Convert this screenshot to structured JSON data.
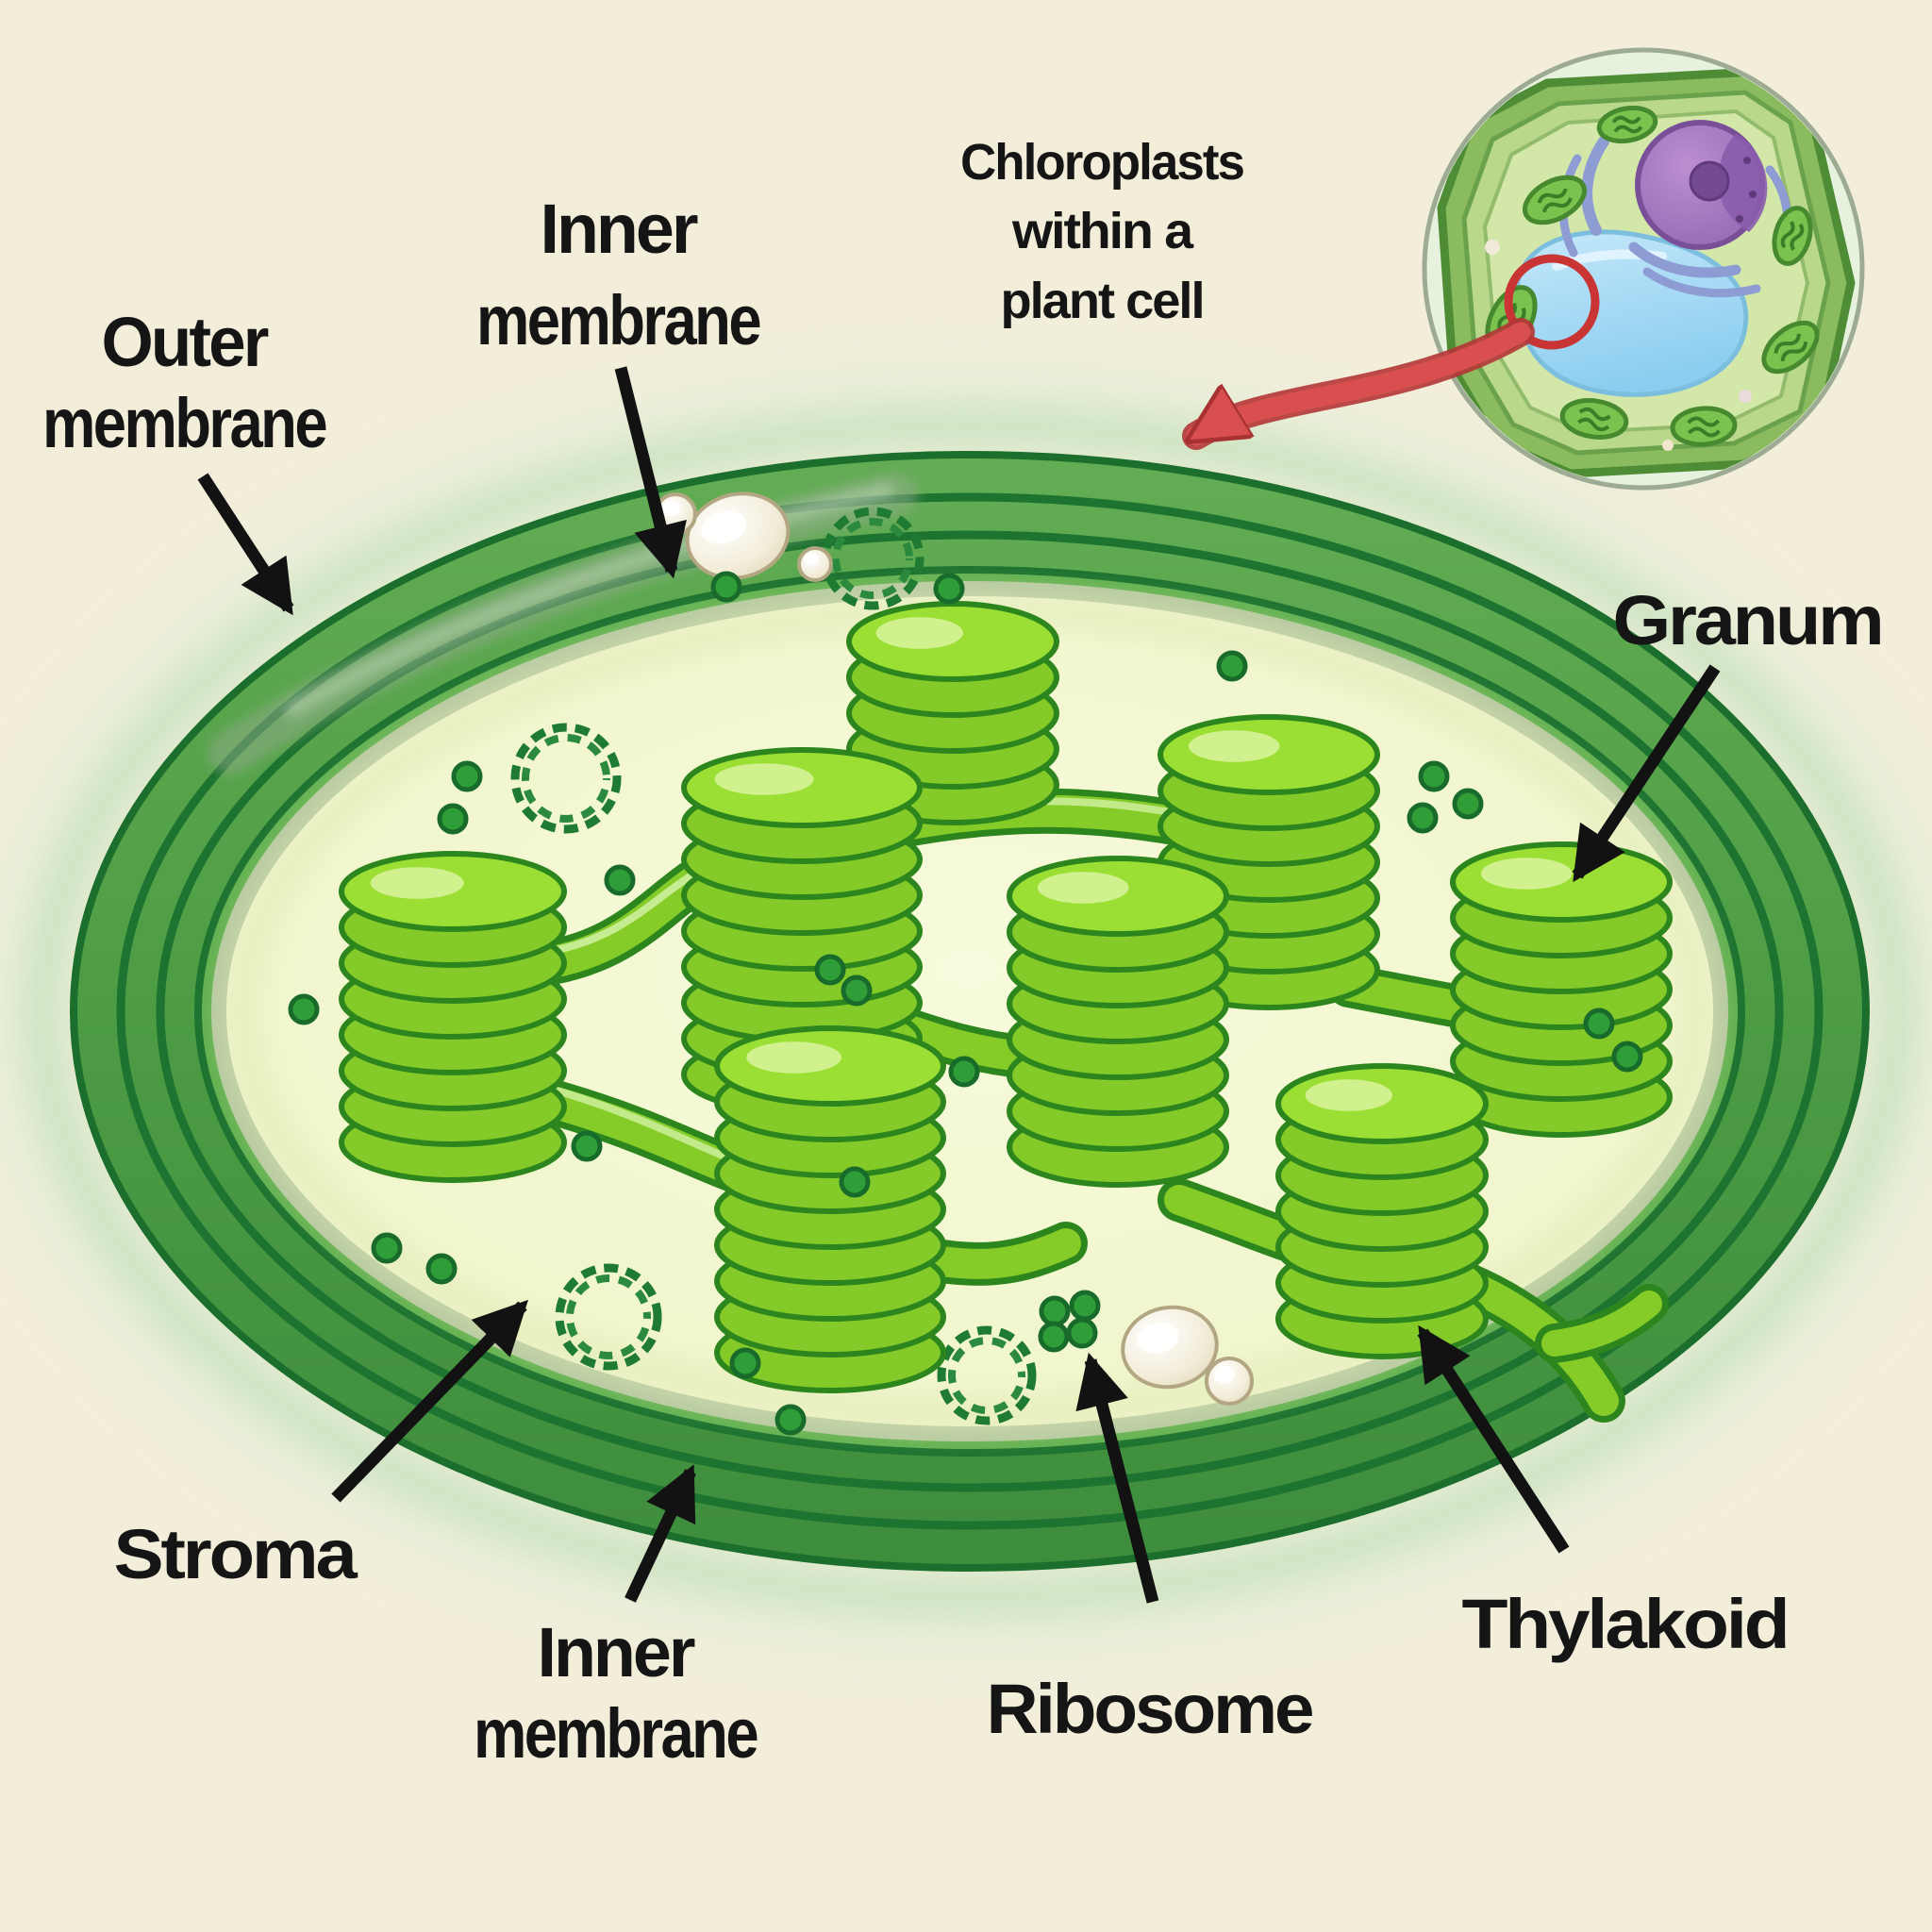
{
  "labels": {
    "outer_membrane": {
      "line1": "Outer",
      "line2": "membrane"
    },
    "inner_membrane_top": {
      "line1": "Inner",
      "line2": "membrane"
    },
    "granum": {
      "text": "Granum"
    },
    "stroma": {
      "text": "Stroma"
    },
    "inner_membrane_bottom": {
      "line1": "Inner",
      "line2": "membrane"
    },
    "ribosome": {
      "text": "Ribosome"
    },
    "thylakoid": {
      "text": "Thylakoid"
    },
    "inset_caption": {
      "line1": "Chloroplasts",
      "line2": "within a",
      "line3": "plant cell"
    }
  },
  "colors": {
    "background": "#f2eeda",
    "membrane_outline_dark": "#1b6e2c",
    "membrane_band_green": "#4d9c44",
    "inner_membrane_sage": "#b7c9a1",
    "stroma_pale": "#eff4c7",
    "granum_green": "#8ed32b",
    "granum_outline": "#2c861d",
    "ribosome_dot_green": "#2f9e39",
    "dna_loop_green": "#1f7a32",
    "starch_cream": "#efe9d2",
    "label_text": "#151515",
    "highlight_red": "#c93434"
  }
}
